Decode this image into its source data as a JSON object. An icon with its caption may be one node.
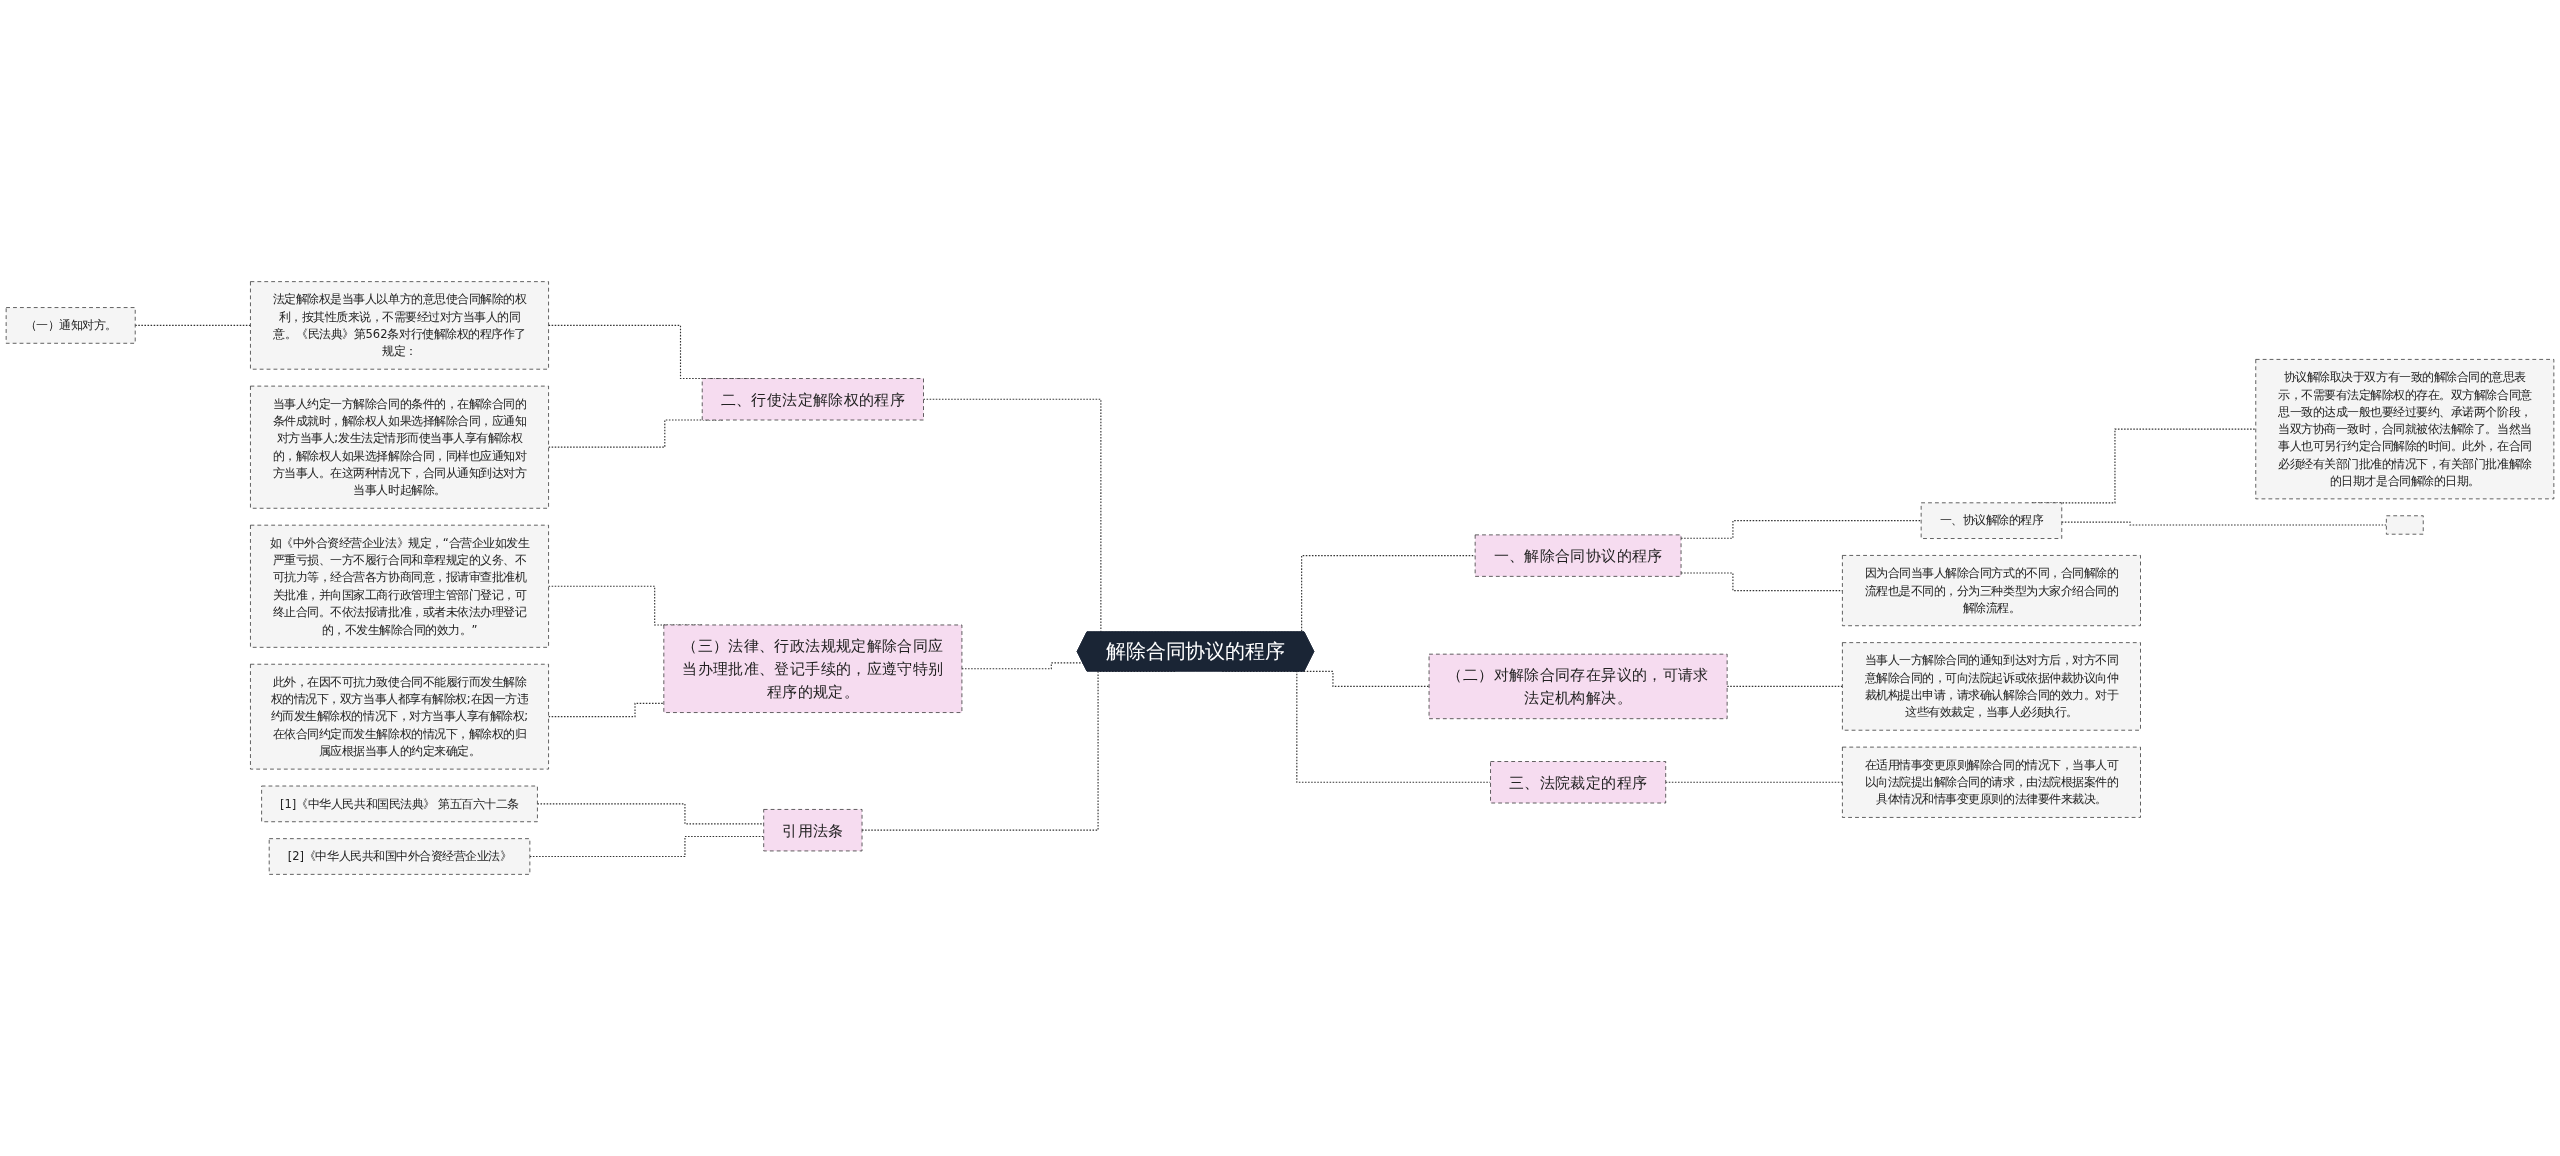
{
  "diagram": {
    "nodes": [
      {
        "text": [
          "解除合同协议的程序"
        ]
      },
      {
        "text": [
          "二、行使法定解除权的程序"
        ]
      },
      {
        "text": [
          "法定解除权是当事人以单方的意思使合同解除的权利，按其性质来说，不需要经过对方当事人的同意。《民法典》第562条对行使解除权的程序作了规定："
        ]
      },
      {
        "text": [
          "（一）通知对方。"
        ]
      },
      {
        "text": [
          "当事人约定一方解除合同的条件的，在解除合同的条件成就时，解除权人如果选择解除合同，应通知对方当事人;发生法定情形而使当事人享有解除权的，解除权人如果选择解除合同，同样也应通知对方当事人。在这两种情况下，合同从通知到达对方当事人时起解除。"
        ]
      },
      {
        "text": [
          "（三）法律、行政法规规定解除合同应当办理批准、登记手续的，应遵守特别程序的规定。"
        ]
      },
      {
        "text": [
          "如《中外合资经营企业法》规定，“合营企业如发生严重亏损、一方不履行合同和章程规定的义务、不可抗力等，经合营各方协商同意，报请审查批准机关批准，并向国家工商行政管理主管部门登记，可终止合同。不依法报请批准，或者未依法办理登记的，不发生解除合同的效力。”"
        ]
      },
      {
        "text": [
          "此外，在因不可抗力致使合同不能履行而发生解除权的情况下，双方当事人都享有解除权;在因一方违约而发生解除权的情况下，对方当事人享有解除权;在依合同约定而发生解除权的情况下，解除权的归属应根据当事人的约定来确定。"
        ]
      },
      {
        "text": [
          "引用法条"
        ]
      },
      {
        "text": [
          "[1]《中华人民共和国民法典》 第五百六十二条"
        ]
      },
      {
        "text": [
          "[2]《中华人民共和国中外合资经营企业法》"
        ]
      },
      {
        "text": [
          "一、解除合同协议的程序"
        ]
      },
      {
        "text": [
          "因为合同当事人解除合同方式的不同，合同解除的流程也是不同的，分为三种类型为大家介绍合同的解除流程。"
        ]
      },
      {
        "text": [
          "一、协议解除的程序"
        ]
      },
      {
        "text": [
          "协议解除取决于双方有一致的解除合同的意思表示，不需要有法定解除权的存在。双方解除合同意思一致的达成一般也要经过要约、承诺两个阶段，当双方协商一致时，合同就被依法解除了。当然当事人也可另行约定合同解除的时间。此外，在合同必须经有关部门批准的情况下，有关部门批准解除的日期才是合同解除的日期。"
        ]
      },
      {
        "text": [],
        "shape": "box"
      },
      {
        "text": [
          "（二）对解除合同存在异议的，可请求法定机构解决。"
        ]
      },
      {
        "text": [
          "当事人一方解除合同的通知到达对方后，对方不同意解除合同的，可向法院起诉或依据仲裁协议向仲裁机构提出申请，请求确认解除合同的效力。对于这些有效裁定，当事人必须执行。"
        ]
      },
      {
        "text": [
          "三、法院裁定的程序"
        ]
      },
      {
        "text": [
          "在适用情事变更原则解除合同的情况下，当事人可以向法院提出解除合同的请求，由法院根据案件的具体情况和情事变更原则的法律要件来裁决。"
        ]
      }
    ],
    "edges": [
      {
        "from": 0,
        "to": 1,
        "arrow": "none",
        "style": "dashed"
      },
      {
        "from": 1,
        "to": 2,
        "arrow": "none",
        "style": "dashed"
      },
      {
        "from": 2,
        "to": 3,
        "arrow": "none",
        "style": "dashed"
      },
      {
        "from": 1,
        "to": 4,
        "arrow": "none",
        "style": "dashed"
      },
      {
        "from": 0,
        "to": 5,
        "arrow": "none",
        "style": "dashed"
      },
      {
        "from": 5,
        "to": 6,
        "arrow": "none",
        "style": "dashed"
      },
      {
        "from": 5,
        "to": 7,
        "arrow": "none",
        "style": "dashed"
      },
      {
        "from": 0,
        "to": 8,
        "arrow": "none",
        "style": "dashed"
      },
      {
        "from": 8,
        "to": 9,
        "arrow": "none",
        "style": "dashed"
      },
      {
        "from": 8,
        "to": 10,
        "arrow": "none",
        "style": "dashed"
      },
      {
        "from": 0,
        "to": 11,
        "arrow": "none",
        "style": "dashed"
      },
      {
        "from": 11,
        "to": 12,
        "arrow": "none",
        "style": "dashed"
      },
      {
        "from": 11,
        "to": 13,
        "arrow": "none",
        "style": "dashed"
      },
      {
        "from": 13,
        "to": 14,
        "arrow": "none",
        "style": "dashed"
      },
      {
        "from": 13,
        "to": 15,
        "arrow": "none",
        "style": "dashed"
      },
      {
        "from": 0,
        "to": 16,
        "arrow": "none",
        "style": "dashed"
      },
      {
        "from": 16,
        "to": 17,
        "arrow": "none",
        "style": "dashed"
      },
      {
        "from": 0,
        "to": 18,
        "arrow": "none",
        "style": "dashed"
      },
      {
        "from": 18,
        "to": 19,
        "arrow": "none",
        "style": "dashed"
      }
    ]
  }
}
